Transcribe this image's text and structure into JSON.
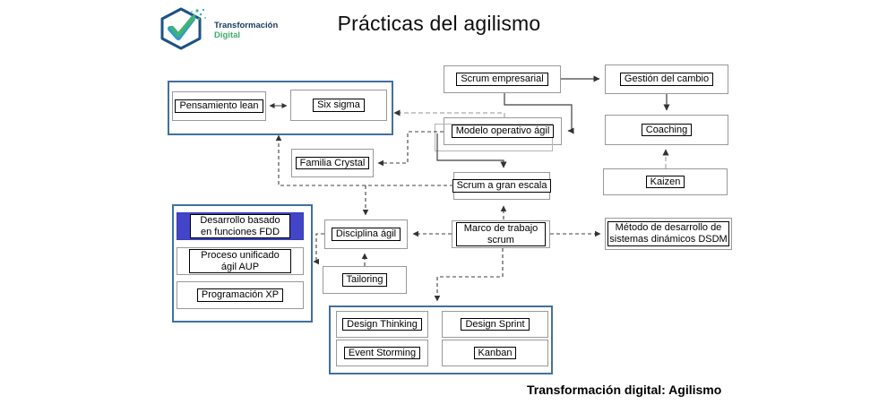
{
  "header": {
    "title": "Prácticas del agilismo",
    "logo_line1": "Transformación",
    "logo_line2": "Digital"
  },
  "footer": {
    "caption": "Transformación digital: Agilismo"
  },
  "nodes": {
    "scrum_empresarial": "Scrum empresarial",
    "gestion_cambio": "Gestión del cambio",
    "modelo_operativo": "Modelo operativo ágil",
    "coaching": "Coaching",
    "kaizen": "Kaizen",
    "scrum_gran_escala": "Scrum a gran escala",
    "familia_crystal": "Familia Crystal",
    "pensamiento_lean": "Pensamiento lean",
    "six_sigma": "Six sigma",
    "fdd": "Desarrollo basado en funciones FDD",
    "aup": "Proceso unificado ágil AUP",
    "xp": "Programación XP",
    "disciplina_agil": "Disciplina ágil",
    "marco_scrum": "Marco de trabajo scrum",
    "dsdm": "Método de desarrollo de sistemas dinámicos DSDM",
    "tailoring": "Tailoring",
    "design_thinking": "Design Thinking",
    "design_sprint": "Design Sprint",
    "event_storming": "Event Storming",
    "kanban": "Kanban"
  },
  "edges": [
    {
      "from": "scrum_empresarial",
      "to": "gestion_cambio",
      "style": "solid"
    },
    {
      "from": "gestion_cambio",
      "to": "coaching",
      "style": "solid"
    },
    {
      "from": "scrum_empresarial",
      "to": "modelo_operativo",
      "style": "solid"
    },
    {
      "from": "modelo_operativo",
      "to": "scrum_gran_escala",
      "style": "solid"
    },
    {
      "from": "modelo_operativo",
      "to": "lean_sixsigma_group",
      "style": "dashed-gray"
    },
    {
      "from": "modelo_operativo",
      "to": "familia_crystal",
      "style": "dashed"
    },
    {
      "from": "scrum_gran_escala",
      "to": "lean_sixsigma_group",
      "style": "dashed"
    },
    {
      "from": "scrum_gran_escala",
      "to": "disciplina_agil",
      "style": "dashed"
    },
    {
      "from": "marco_scrum",
      "to": "scrum_gran_escala",
      "style": "dashed"
    },
    {
      "from": "marco_scrum",
      "to": "disciplina_agil",
      "style": "dashed"
    },
    {
      "from": "marco_scrum",
      "to": "dsdm",
      "style": "dashed"
    },
    {
      "from": "marco_scrum",
      "to": "design_group",
      "style": "dashed"
    },
    {
      "from": "tailoring",
      "to": "disciplina_agil",
      "style": "dashed"
    },
    {
      "from": "disciplina_agil",
      "to": "fdd_group",
      "style": "dashed"
    },
    {
      "from": "kaizen",
      "to": "coaching",
      "style": "dashed-gray"
    },
    {
      "from": "pensamiento_lean",
      "to": "six_sigma",
      "style": "solid-double-arrow"
    }
  ],
  "colors": {
    "group_border": "#41719c",
    "node_border": "#999999",
    "label_border": "#000000",
    "fdd_fill": "#4245c8",
    "connector": "#404040",
    "connector_gray": "#a9a9a9",
    "logo_navy": "#17375e",
    "logo_green": "#3fae6a"
  }
}
